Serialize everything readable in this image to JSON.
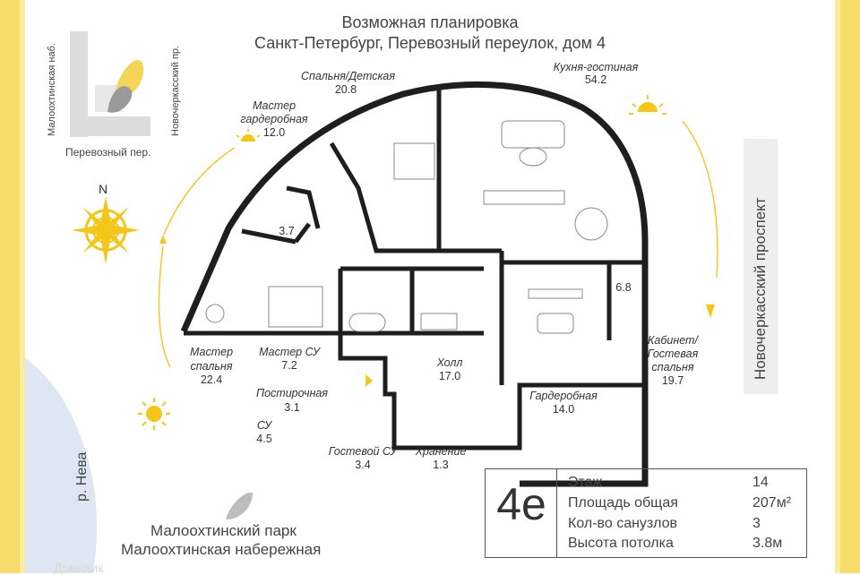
{
  "header": {
    "line1": "Возможная планировка",
    "line2": "Санкт-Петербург, Перевозный переулок, дом 4"
  },
  "locator": {
    "street_left": "Малоохтинская наб.",
    "street_right": "Новочеркасский пр.",
    "street_bottom": "Перевозный пер."
  },
  "compass": {
    "north": "N"
  },
  "streets": {
    "prospect": "Новочеркасский проспект",
    "river": "р. Нева"
  },
  "rooms": {
    "bedroom_kids": {
      "label": "Спальня/Детская",
      "area": "20.8"
    },
    "kitchen": {
      "label": "Кухня-гостиная",
      "area": "54.2"
    },
    "master_wardrobe": {
      "label1": "Мастер",
      "label2": "гардеробная",
      "area": "12.0"
    },
    "small_wardrobe": {
      "area": "3.7"
    },
    "storage_small": {
      "area": "6.8"
    },
    "master_bedroom": {
      "label1": "Мастер",
      "label2": "спальня",
      "area": "22.4"
    },
    "master_bath": {
      "label": "Мастер СУ",
      "area": "7.2"
    },
    "hall": {
      "label": "Холл",
      "area": "17.0"
    },
    "study": {
      "label1": "Кабинет/",
      "label2": "Гостевая",
      "label3": "спальня",
      "area": "19.7"
    },
    "laundry": {
      "label": "Постирочная",
      "area": "3.1"
    },
    "wardrobe": {
      "label": "Гардеробная",
      "area": "14.0"
    },
    "wc": {
      "label": "СУ",
      "area": "4.5"
    },
    "guest_wc": {
      "label": "Гостевой СУ",
      "area": "3.4"
    },
    "storage": {
      "label": "Хранение",
      "area": "1.3"
    }
  },
  "info": {
    "apartment": "4е",
    "rows": [
      {
        "key": "Этаж",
        "value": "14"
      },
      {
        "key": "Площадь общая",
        "value": "207м²"
      },
      {
        "key": "Кол-во санузлов",
        "value": "3"
      },
      {
        "key": "Высота потолка",
        "value": "3.8м"
      }
    ]
  },
  "bottom": {
    "park": "Малоохтинский парк",
    "embankment": "Малоохтинская набережная",
    "watermark": "Домклик"
  },
  "colors": {
    "frame": "#f8dc6a",
    "sun": "#f5c518",
    "river": "#dde6f2",
    "wall": "#1e1e1e"
  }
}
